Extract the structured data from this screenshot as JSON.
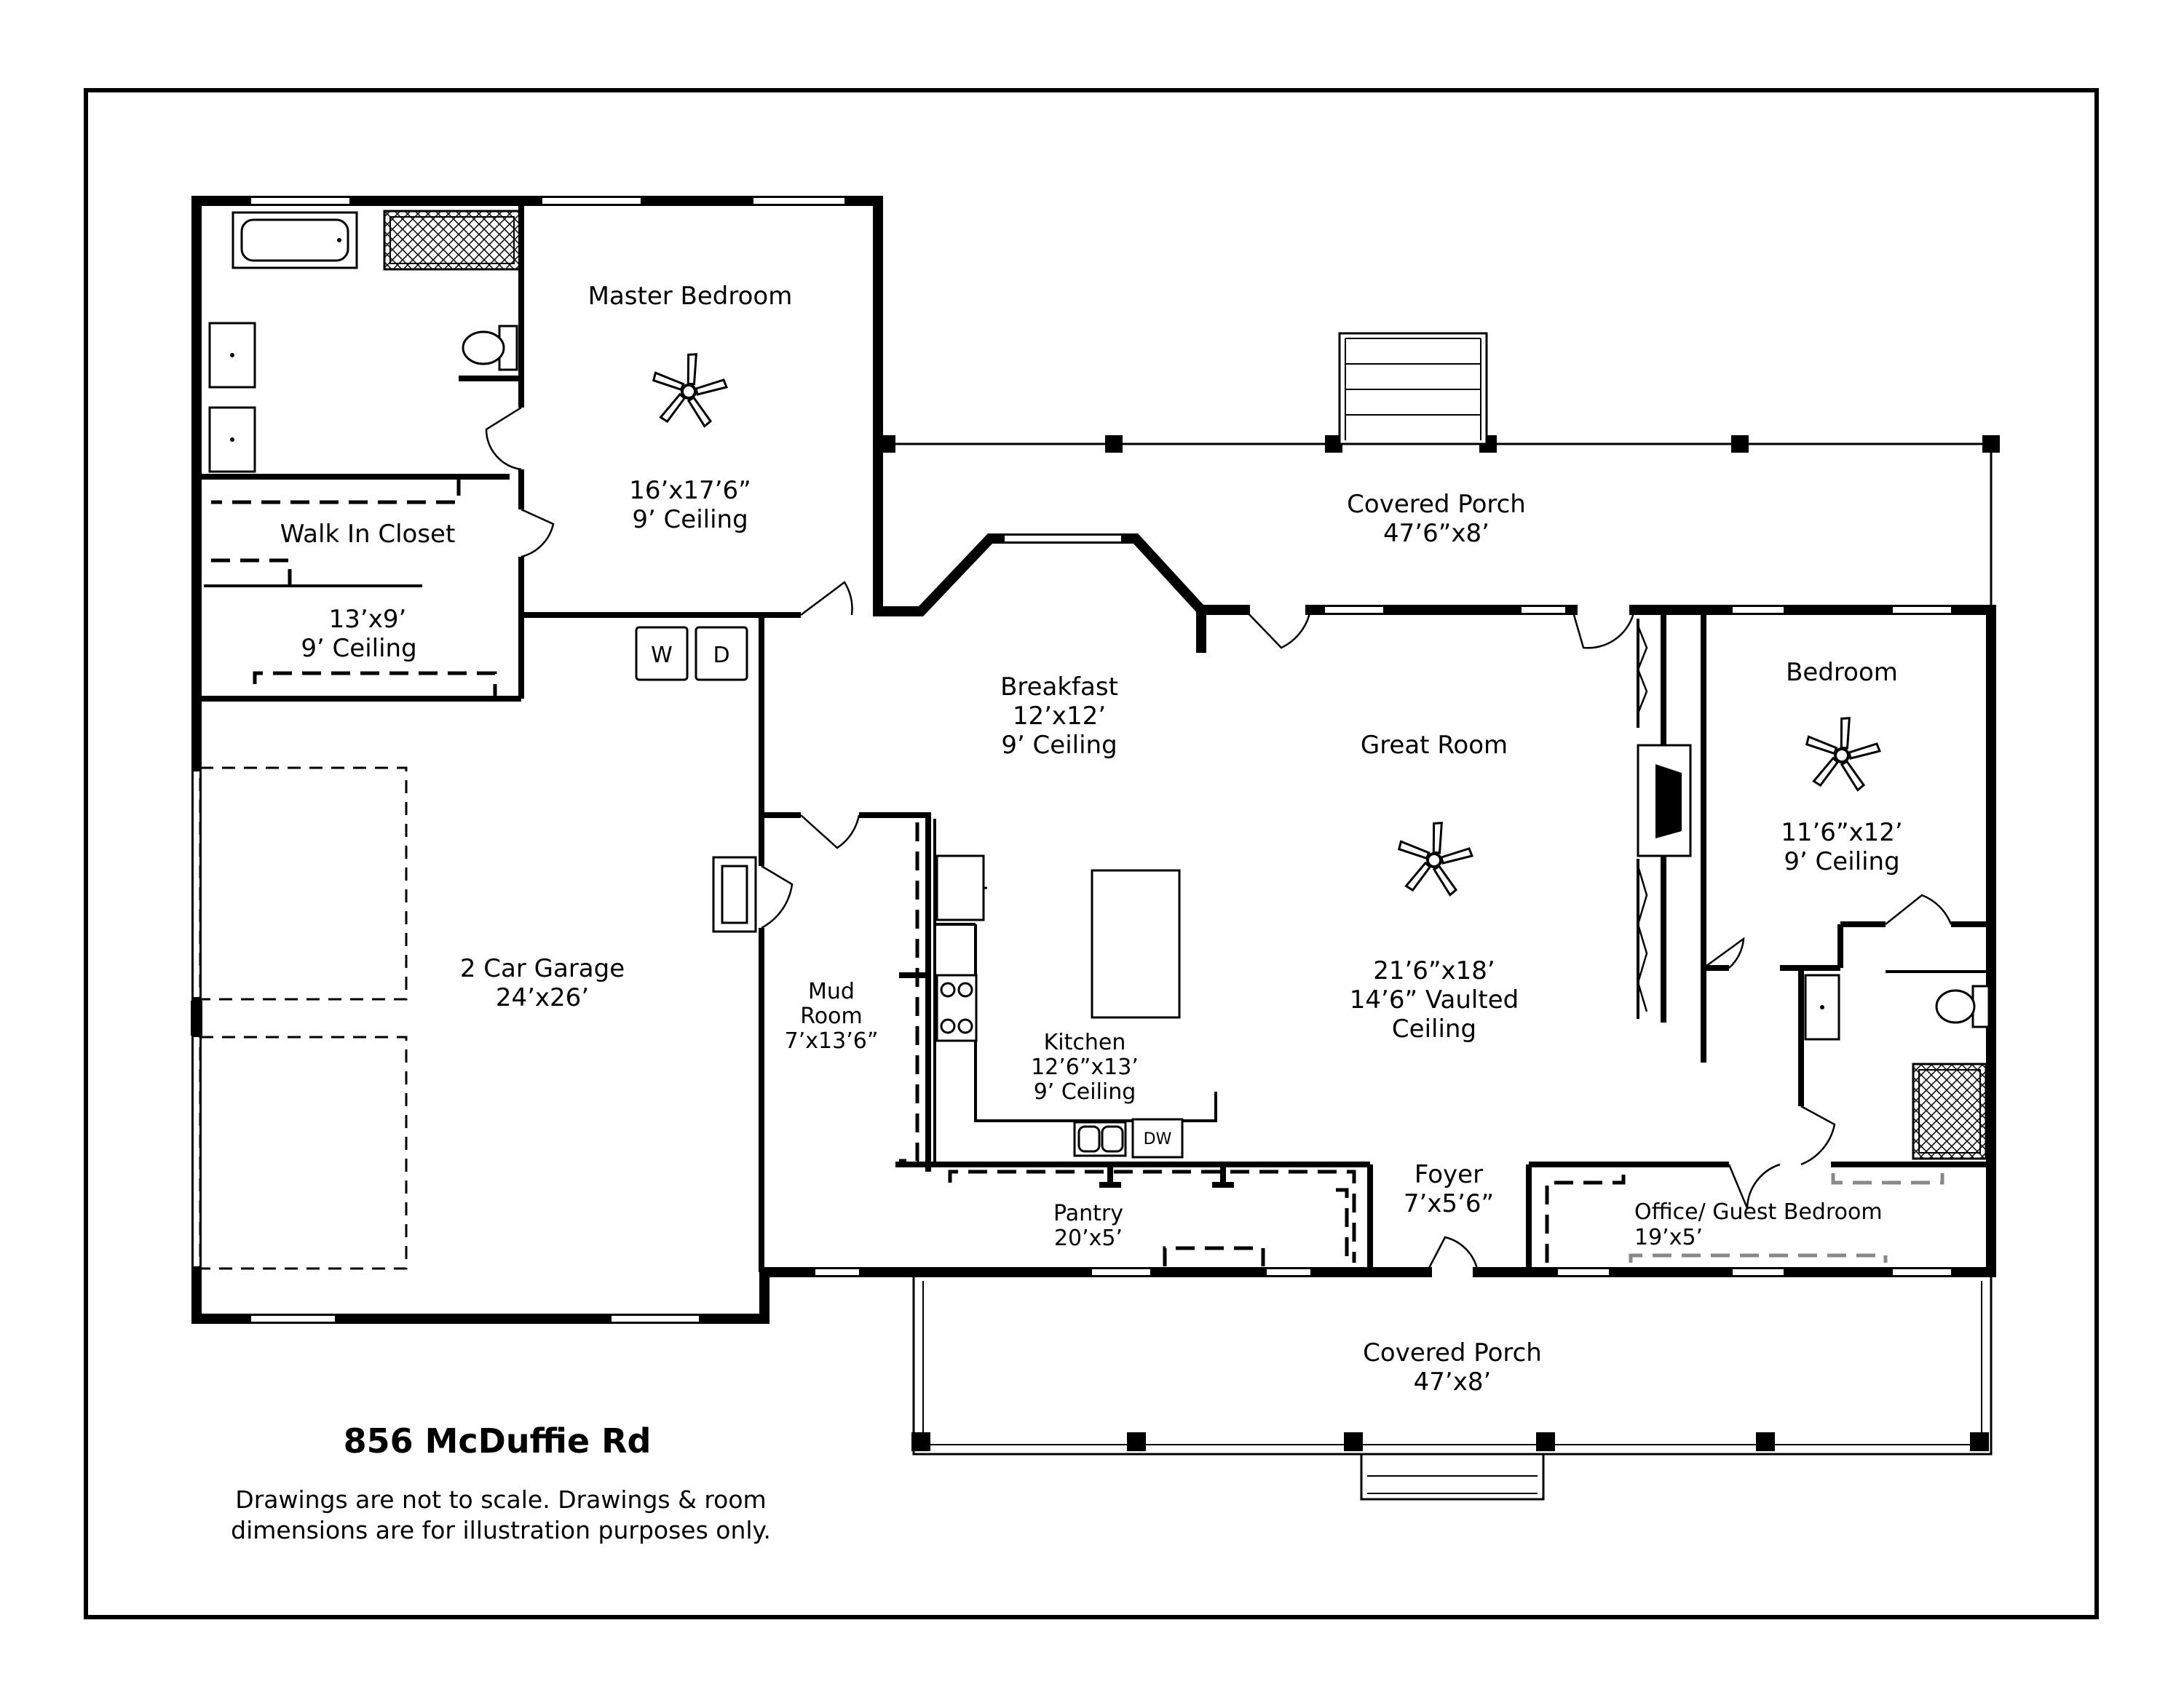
{
  "address": "856 McDuffie Rd",
  "disclaimer": {
    "line1": "Drawings are not to scale. Drawings & room",
    "line2": "dimensions are for illustration purposes only."
  },
  "rooms": {
    "master_bedroom": {
      "name": "Master Bedroom",
      "size": "16’x17’6”",
      "ceiling": "9’ Ceiling"
    },
    "walk_in_closet": {
      "name": "Walk In Closet",
      "size": "13’x9’",
      "ceiling": "9’ Ceiling"
    },
    "covered_porch_back": {
      "name": "Covered Porch",
      "size": "47’6”x8’"
    },
    "breakfast": {
      "name": "Breakfast",
      "size": "12’x12’",
      "ceiling": "9’ Ceiling"
    },
    "great_room": {
      "name": "Great Room",
      "size": "21’6”x18’",
      "ceiling_line1": "14’6” Vaulted",
      "ceiling_line2": "Ceiling"
    },
    "bedroom": {
      "name": "Bedroom",
      "size": "11’6”x12’",
      "ceiling": "9’ Ceiling"
    },
    "garage": {
      "name": "2 Car Garage",
      "size": "24’x26’"
    },
    "mud_room": {
      "name_line1": "Mud",
      "name_line2": "Room",
      "size": "7’x13’6”"
    },
    "kitchen": {
      "name": "Kitchen",
      "size": "12’6”x13’",
      "ceiling": "9’ Ceiling"
    },
    "pantry": {
      "name": "Pantry",
      "size": "20’x5’"
    },
    "foyer": {
      "name": "Foyer",
      "size": "7’x5’6”"
    },
    "office": {
      "name": "Office/ Guest Bedroom",
      "size": "19’x5’"
    },
    "covered_porch_front": {
      "name": "Covered Porch",
      "size": "47’x8’"
    }
  },
  "appliances": {
    "washer": "W",
    "dryer": "D",
    "dishwasher": "DW"
  },
  "icons": [
    "ceiling-fan-icon",
    "toilet-icon",
    "sink-icon",
    "bathtub-icon",
    "shower-icon",
    "range-icon",
    "fireplace-icon",
    "door-swing-icon"
  ]
}
